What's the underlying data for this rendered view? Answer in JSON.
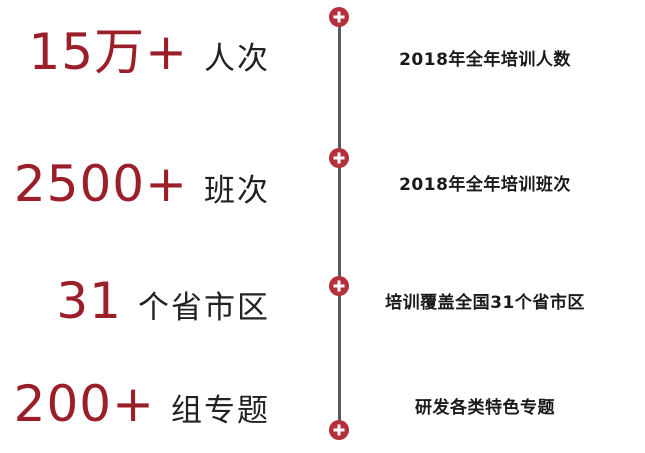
{
  "colors": {
    "accent": "#9a1f28",
    "node": "#b5303a",
    "line": "#5a5a5a",
    "text": "#222222"
  },
  "items": [
    {
      "number": "15万+",
      "unit": "人次",
      "description": "2018年全年培训人数"
    },
    {
      "number": "2500+",
      "unit": "班次",
      "description": "2018年全年培训班次"
    },
    {
      "number": "31",
      "unit": "个省市区",
      "description": "培训覆盖全国31个省市区"
    },
    {
      "number": "200+",
      "unit": "组专题",
      "description": "研发各类特色专题"
    }
  ],
  "icons": {
    "node": "plus-icon"
  }
}
